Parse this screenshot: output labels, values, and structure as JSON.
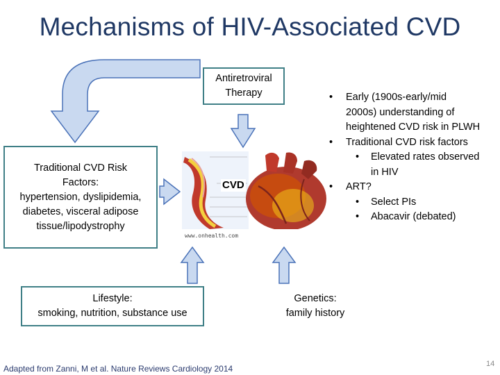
{
  "slide": {
    "title": "Mechanisms of HIV-Associated CVD",
    "slide_number": "14",
    "citation": "Adapted from Zanni, M et al.  Nature Reviews Cardiology 2014"
  },
  "diagram": {
    "art_box": {
      "line1": "Antiretroviral",
      "line2": "Therapy"
    },
    "traditional_box": {
      "line1": "Traditional CVD Risk",
      "line2": "Factors:",
      "line3": "hypertension, dyslipidemia,",
      "line4": "diabetes, visceral adipose",
      "line5": "tissue/lipodystrophy"
    },
    "lifestyle_box": {
      "line1": "Lifestyle:",
      "line2": "smoking, nutrition, substance use"
    },
    "genetics_box": {
      "line1": "Genetics:",
      "line2": "family history"
    },
    "center": {
      "label": "CVD",
      "image_credit": "www.onhealth.com"
    }
  },
  "bullets": {
    "b1_line1": "Early (1900s-early/mid",
    "b1_line2": "2000s) understanding of",
    "b1_line3": "heightened CVD risk in PLWH",
    "b2": "Traditional CVD risk factors",
    "b2_sub1_line1": "Elevated rates observed",
    "b2_sub1_line2": "in HIV",
    "b3": "ART?",
    "b3_sub1": "Select PIs",
    "b3_sub2": "Abacavir (debated)",
    "bullet_glyph": "•"
  },
  "colors": {
    "title": "#1f3864",
    "box_border": "#3f7f86",
    "arrow_fill": "#c9d9f0",
    "arrow_stroke": "#4a72b8",
    "citation": "#2a3a6e"
  }
}
